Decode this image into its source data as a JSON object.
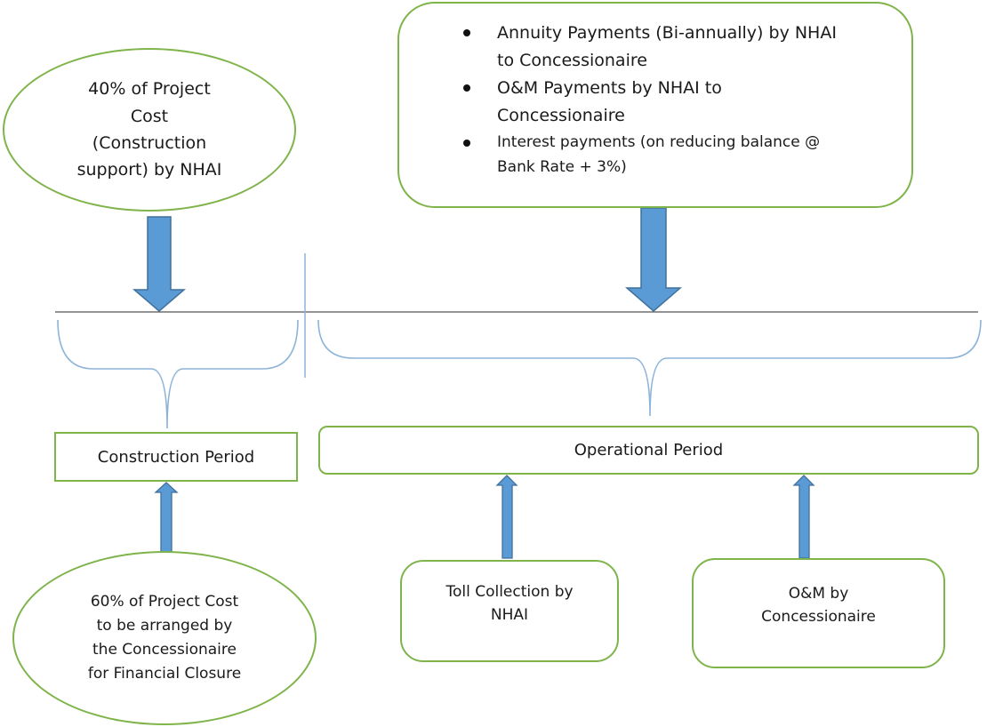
{
  "nodes": {
    "construction_support": "40% of Project\nCost\n(Construction\nsupport) by NHAI",
    "operational_payments": [
      "Annuity Payments (Bi-annually) by NHAI\nto Concessionaire",
      "O&M Payments by NHAI to\nConcessionaire",
      "Interest payments (on reducing balance @\nBank Rate + 3%)"
    ],
    "construction_period": "Construction Period",
    "operational_period": "Operational Period",
    "concessionaire_funding": "60% of Project Cost\nto be arranged by\nthe Concessionaire\nfor Financial Closure",
    "toll_collection": "Toll Collection by\nNHAI",
    "om_concessionaire": "O&M by\nConcessionaire"
  },
  "colors": {
    "node_border": "#7fb44b",
    "arrow_fill": "#5b9bd5",
    "arrow_stroke": "#41719c",
    "brace": "#8db4d8",
    "timeline": "#555555"
  }
}
